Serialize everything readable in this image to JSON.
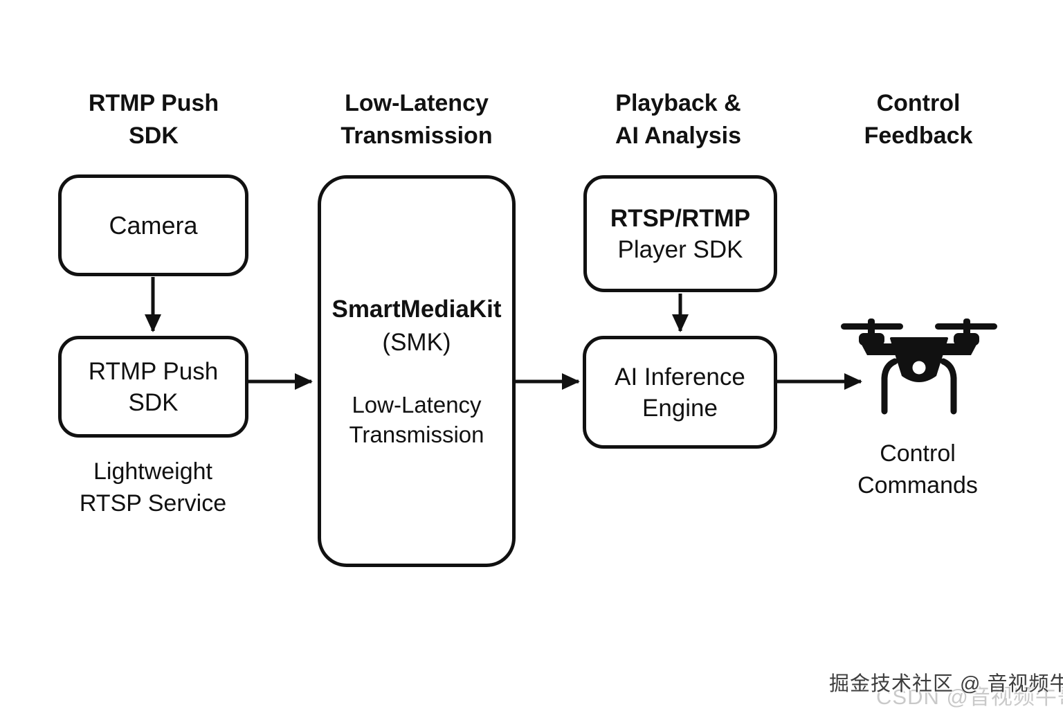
{
  "colors": {
    "ink": "#111111",
    "background": "#ffffff",
    "watermark_dark": "#3d3d3d",
    "watermark_light": "#c9c9c9"
  },
  "headers": [
    {
      "line1": "RTMP Push",
      "line2": "SDK"
    },
    {
      "line1": "Low-Latency",
      "line2": "Transmission"
    },
    {
      "line1": "Playback &",
      "line2": "AI Analysis"
    },
    {
      "line1": "Control",
      "line2": "Feedback"
    }
  ],
  "nodes": {
    "camera": {
      "label": "Camera"
    },
    "rtmp_push_sdk": {
      "line1": "RTMP Push",
      "line2": "SDK"
    },
    "rtmp_push_caption": {
      "line1": "Lightweight",
      "line2": "RTSP Service"
    },
    "smartmediakit": {
      "title": "SmartMediaKit",
      "abbr": "(SMK)",
      "desc_line1": "Low-Latency",
      "desc_line2": "Transmission"
    },
    "player_sdk": {
      "line1": "RTSP/RTMP",
      "line2": "Player SDK"
    },
    "ai_engine": {
      "line1": "AI Inference",
      "line2": "Engine"
    },
    "drone_caption": {
      "line1": "Control",
      "line2": "Commands"
    }
  },
  "icons": {
    "drone": "drone-icon"
  },
  "watermarks": {
    "juejin": "掘金技术社区 @ 音视频牛哥",
    "csdn": "CSDN @音视频牛哥"
  }
}
